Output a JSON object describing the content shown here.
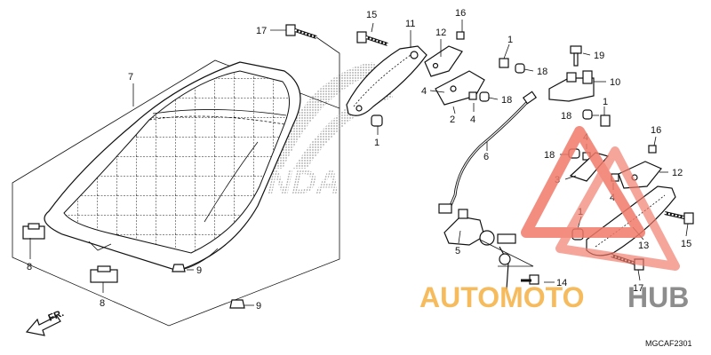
{
  "diagram": {
    "callouts": {
      "c7": "7",
      "c8a": "8",
      "c8b": "8",
      "c9a": "9",
      "c9b": "9",
      "c17a": "17",
      "c15a": "15",
      "c11": "11",
      "c16a": "16",
      "c12a": "12",
      "c4a": "4",
      "c2": "2",
      "c4b": "4",
      "c1a": "1",
      "c18a": "18",
      "c18b": "18",
      "c1b": "1",
      "c19": "19",
      "c10": "10",
      "c1c": "1",
      "c18c": "18",
      "c6": "6",
      "c4c": "4",
      "c18d": "18",
      "c3": "3",
      "c4d": "4",
      "c16b": "16",
      "c12b": "12",
      "c1d": "1",
      "c15b": "15",
      "c13": "13",
      "c5": "5",
      "c14": "14",
      "c17b": "17"
    },
    "front_indicator": "FR.",
    "diagram_code": "MGCAF2301",
    "brand_watermark": "HONDA",
    "logo_text": {
      "part1": "AUTOMOTO",
      "part2": "HUB"
    },
    "colors": {
      "logo_red": "#f07a6a",
      "logo_orange": "#f5b041",
      "logo_gray": "#7a7a7a",
      "ink": "#111111"
    }
  }
}
